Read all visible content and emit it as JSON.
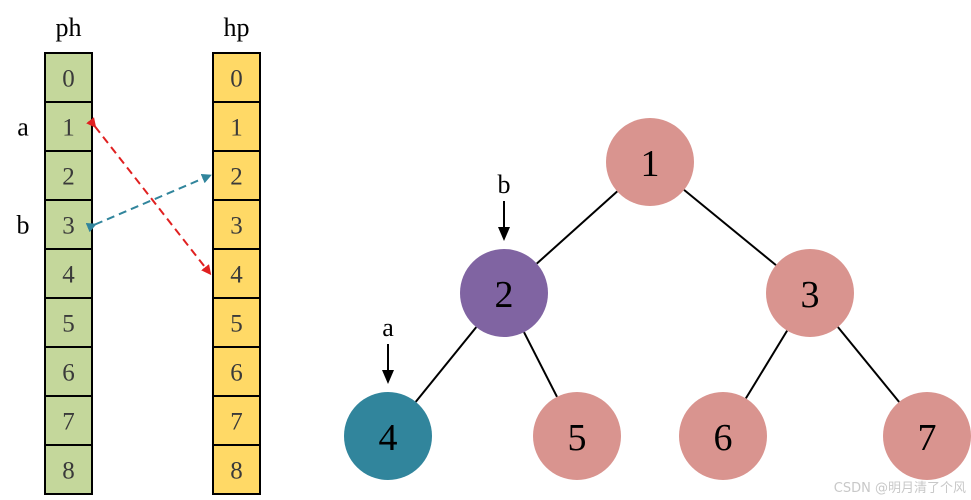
{
  "arrays": [
    {
      "id": "ph",
      "title": "ph",
      "fill": "#c4d79b",
      "cells": [
        "0",
        "1",
        "2",
        "3",
        "4",
        "5",
        "6",
        "7",
        "8"
      ]
    },
    {
      "id": "hp",
      "title": "hp",
      "fill": "#ffd966",
      "cells": [
        "0",
        "1",
        "2",
        "3",
        "4",
        "5",
        "6",
        "7",
        "8"
      ]
    }
  ],
  "side_labels": [
    {
      "text": "a",
      "array": "ph",
      "index": 1
    },
    {
      "text": "b",
      "array": "ph",
      "index": 3
    }
  ],
  "mappings": [
    {
      "from_array": "ph",
      "from_index": 1,
      "to_array": "hp",
      "to_index": 4,
      "color": "#e02020"
    },
    {
      "from_array": "ph",
      "from_index": 3,
      "to_array": "hp",
      "to_index": 2,
      "color": "#31859c"
    }
  ],
  "tree": {
    "nodes": [
      {
        "id": "1",
        "label": "1",
        "fill": "#d9948f"
      },
      {
        "id": "2",
        "label": "2",
        "fill": "#8064a2"
      },
      {
        "id": "3",
        "label": "3",
        "fill": "#d9948f"
      },
      {
        "id": "4",
        "label": "4",
        "fill": "#31859c"
      },
      {
        "id": "5",
        "label": "5",
        "fill": "#d9948f"
      },
      {
        "id": "6",
        "label": "6",
        "fill": "#d9948f"
      },
      {
        "id": "7",
        "label": "7",
        "fill": "#d9948f"
      }
    ],
    "edges": [
      [
        "1",
        "2"
      ],
      [
        "1",
        "3"
      ],
      [
        "2",
        "4"
      ],
      [
        "2",
        "5"
      ],
      [
        "3",
        "6"
      ],
      [
        "3",
        "7"
      ]
    ],
    "pointers": [
      {
        "text": "b",
        "node": "2"
      },
      {
        "text": "a",
        "node": "4"
      }
    ]
  },
  "watermark": "CSDN @明月清了个风"
}
